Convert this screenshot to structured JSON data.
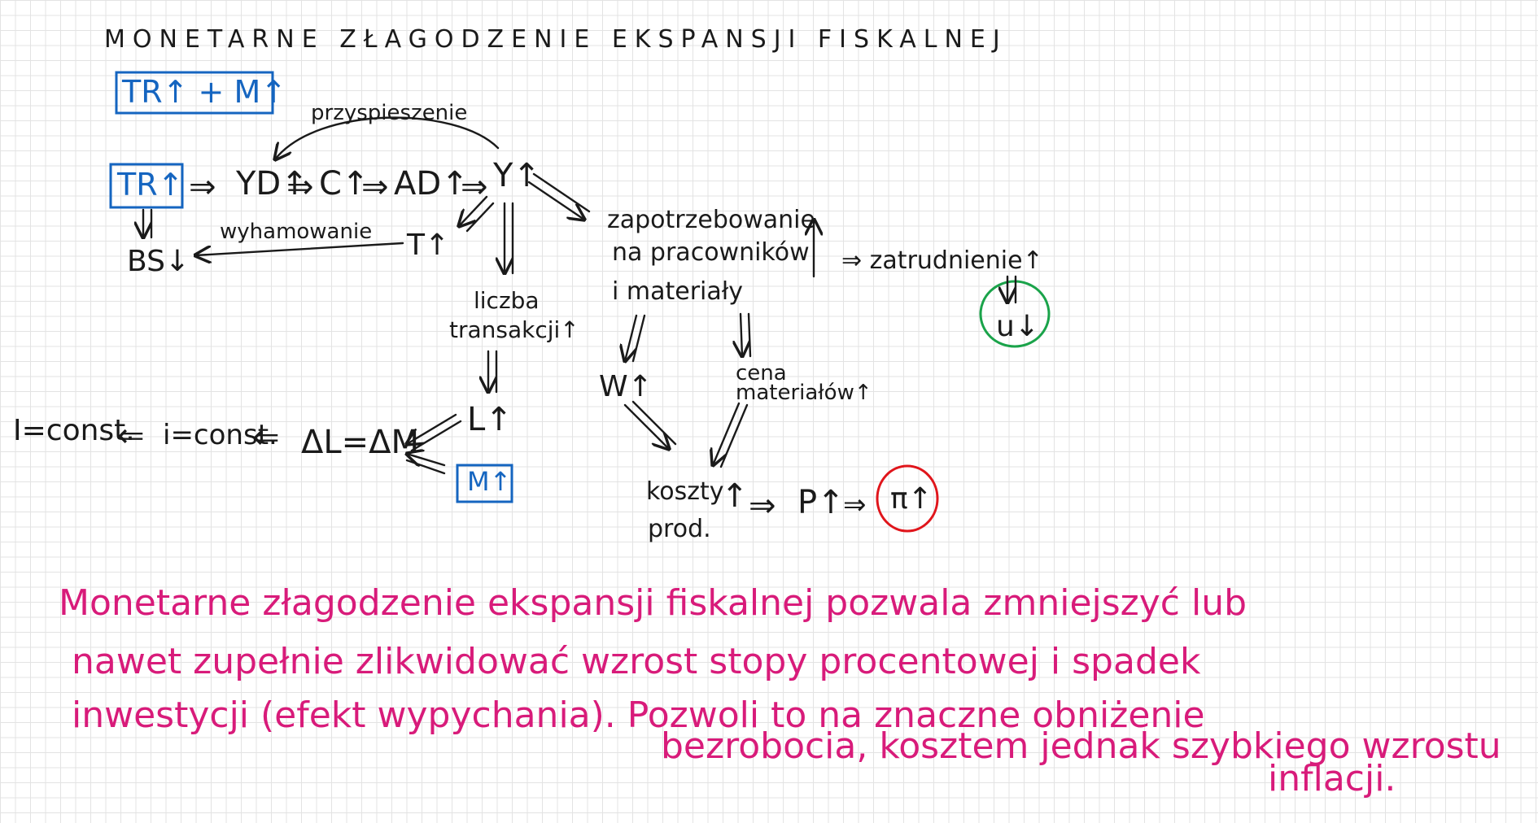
{
  "title": "MONETARNE ZŁAGODZENIE EKSPANSJI FISKALNEJ",
  "headline_box": "TR↑ + M↑",
  "chain": {
    "tr": "TR↑",
    "arrow1": "⇒",
    "yd": "YD↑",
    "arrow2": "⇒",
    "c": "C↑",
    "arrow3": "⇒",
    "ad": "AD↑",
    "arrow4": "⇒",
    "y": "Y↑"
  },
  "labels": {
    "przyspieszenie": "przyspieszenie",
    "wyhamowanie": "wyhamowanie",
    "bs": "BS↓",
    "t": "T↑",
    "liczba_line1": "liczba",
    "liczba_line2": "transakcji↑",
    "l": "L↑",
    "delta": "ΔL=ΔM",
    "i_const": "i=const.",
    "I_const": "I=const.",
    "impl1": "⇐",
    "impl2": "⇐",
    "m_box": "M↑",
    "zap_line1": "zapotrzebowanie",
    "zap_line2": "na pracowników",
    "zap_line3": "i materiały",
    "zatrudnienie": "⇒ zatrudnienie↑",
    "u": "u↓",
    "w": "W↑",
    "cena_line1": "cena",
    "cena_line2": "materiałów↑",
    "koszty_line1": "koszty",
    "koszty_line2": "prod.",
    "koszty_arrow": "↑",
    "arrow_p": "⇒",
    "p": "P↑",
    "arrow_pi": "⇒",
    "pi": "π↑"
  },
  "note": {
    "line1": "Monetarne złagodzenie ekspansji fiskalnej pozwala zmniejszyć lub",
    "line2": "nawet zupełnie zlikwidować wzrost stopy procentowej i spadek",
    "line3": "inwestycji (efekt wypychania). Pozwoli to na znaczne obniżenie",
    "line4": "bezrobocia, kosztem jednak szybkiego wzrostu",
    "line5": "inflacji."
  },
  "colors": {
    "ink": "#1a1a1a",
    "blue": "#1565c0",
    "pink": "#d81b7a",
    "green_circle": "#1aa34a",
    "red_circle": "#e0151b"
  }
}
